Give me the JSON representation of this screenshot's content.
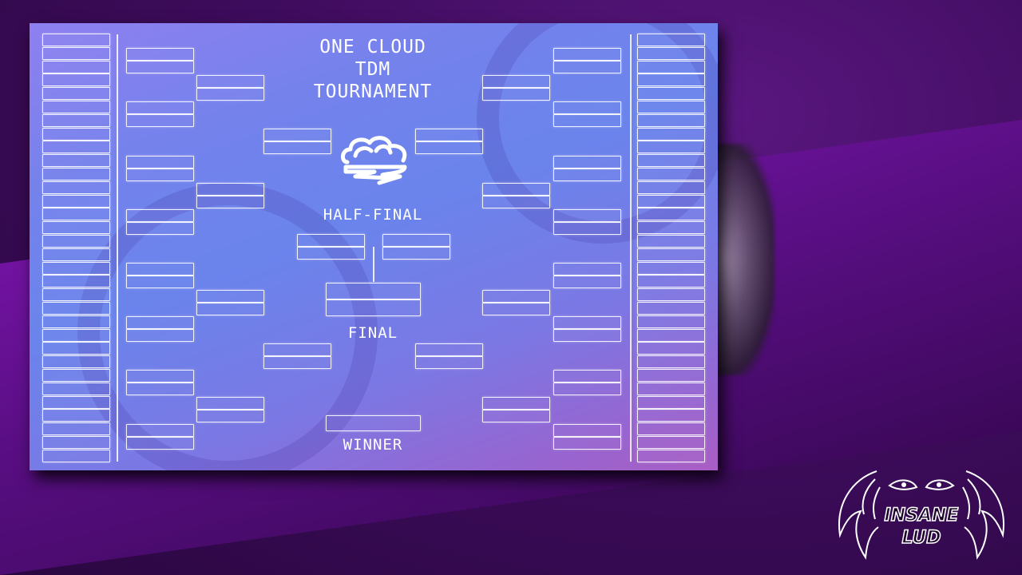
{
  "bracket": {
    "title": "ONE CLOUD\nTDM\nTOURNAMENT",
    "labels": {
      "half_final": "HALF-FINAL",
      "final": "FINAL",
      "winner": "WINNER"
    }
  },
  "logo": {
    "icon": "cloud-logo-icon"
  },
  "watermark": {
    "line1": "INSANE",
    "line2": "LUD",
    "icon": "winged-eyes-logo-icon"
  },
  "colors": {
    "background": "#3f0c5e",
    "board_top": "#8e80f0",
    "board_bottom": "#a95ec4",
    "slot_border": "#ffffff"
  }
}
